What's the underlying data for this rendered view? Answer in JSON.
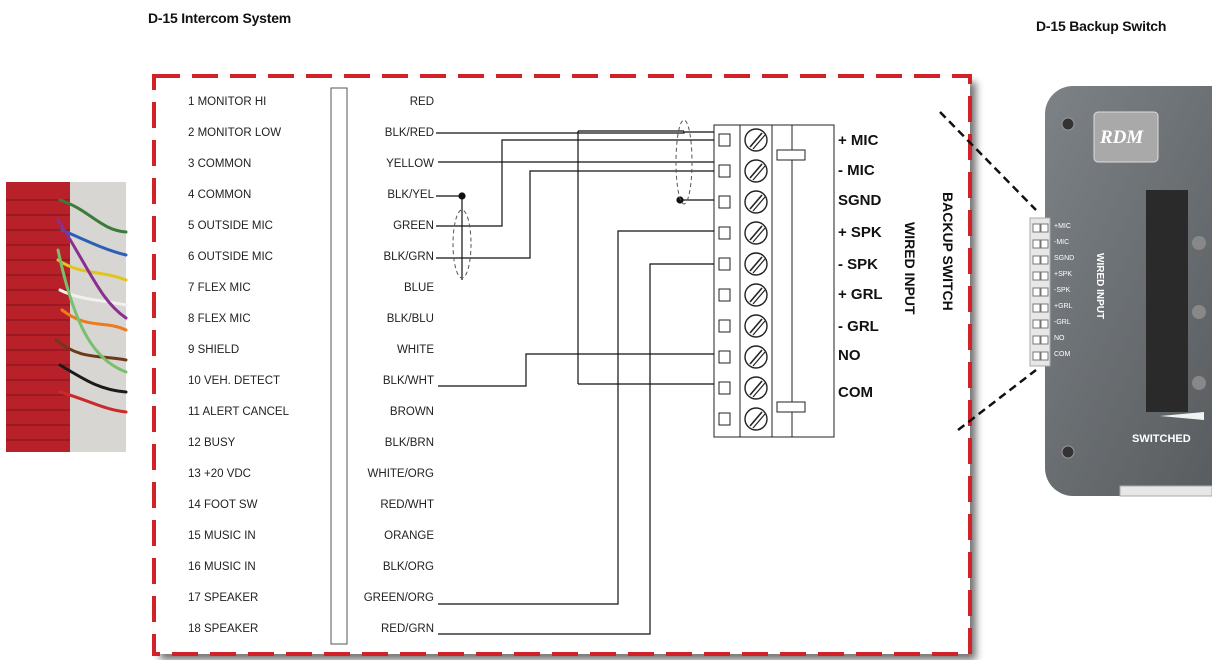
{
  "titles": {
    "left": "D-15 Intercom System",
    "right": "D-15 Backup Switch"
  },
  "pins": [
    {
      "label": "1  MONITOR HI",
      "color": "RED"
    },
    {
      "label": "2  MONITOR LOW",
      "color": "BLK/RED"
    },
    {
      "label": "3  COMMON",
      "color": "YELLOW"
    },
    {
      "label": "4  COMMON",
      "color": "BLK/YEL"
    },
    {
      "label": "5  OUTSIDE MIC",
      "color": "GREEN"
    },
    {
      "label": "6  OUTSIDE MIC",
      "color": "BLK/GRN"
    },
    {
      "label": "7  FLEX MIC",
      "color": "BLUE"
    },
    {
      "label": "8  FLEX MIC",
      "color": "BLK/BLU"
    },
    {
      "label": "9  SHIELD",
      "color": "WHITE"
    },
    {
      "label": "10 VEH. DETECT",
      "color": "BLK/WHT"
    },
    {
      "label": "11 ALERT CANCEL",
      "color": "BROWN"
    },
    {
      "label": "12 BUSY",
      "color": "BLK/BRN"
    },
    {
      "label": "13 +20 VDC",
      "color": "WHITE/ORG"
    },
    {
      "label": "14 FOOT SW",
      "color": "RED/WHT"
    },
    {
      "label": "15 MUSIC IN",
      "color": "ORANGE"
    },
    {
      "label": "16 MUSIC IN",
      "color": "BLK/ORG"
    },
    {
      "label": "17 SPEAKER",
      "color": "GREEN/ORG"
    },
    {
      "label": "18 SPEAKER",
      "color": "RED/GRN"
    }
  ],
  "terminals": [
    "+ MIC",
    "- MIC",
    "SGND",
    "+ SPK",
    "- SPK",
    "+ GRL",
    "- GRL",
    "NO",
    "COM"
  ],
  "block_labels": {
    "backup": "BACKUP SWITCH",
    "wired": "WIRED INPUT"
  },
  "device": {
    "logo": "RDM",
    "panel_labels": [
      "+MIC",
      "-MIC",
      "SGND",
      "+SPK",
      "-SPK",
      "+GRL",
      "-GRL",
      "NO",
      "COM"
    ],
    "panel_title": "WIRED INPUT",
    "switched": "SWITCHED"
  },
  "colors": {
    "border": "#d3212a",
    "connector": "#b0232b",
    "device": "#6f7478"
  }
}
